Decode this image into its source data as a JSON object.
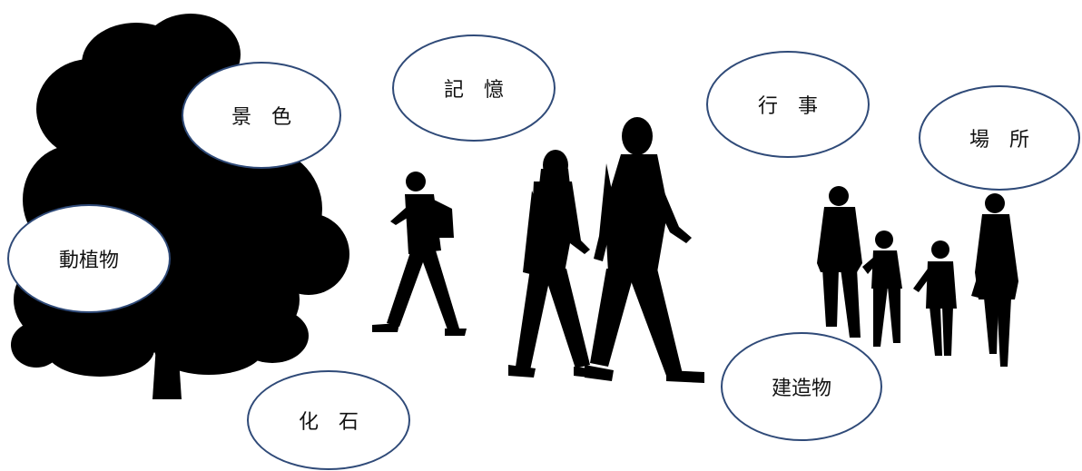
{
  "colors": {
    "bubble_border": "#2f4a78",
    "silhouette": "#000000",
    "background": "#ffffff"
  },
  "bubbles": {
    "keshiki": "景　色",
    "kioku": "記　憶",
    "gyoji": "行　事",
    "basho": "場　所",
    "dobutsu": "動植物",
    "kaseki": "化　石",
    "kenzobutsu": "建造物"
  },
  "silhouettes": [
    "tree-icon",
    "walking-man-with-backpack-icon",
    "walking-couple-icon",
    "family-walking-icon"
  ]
}
